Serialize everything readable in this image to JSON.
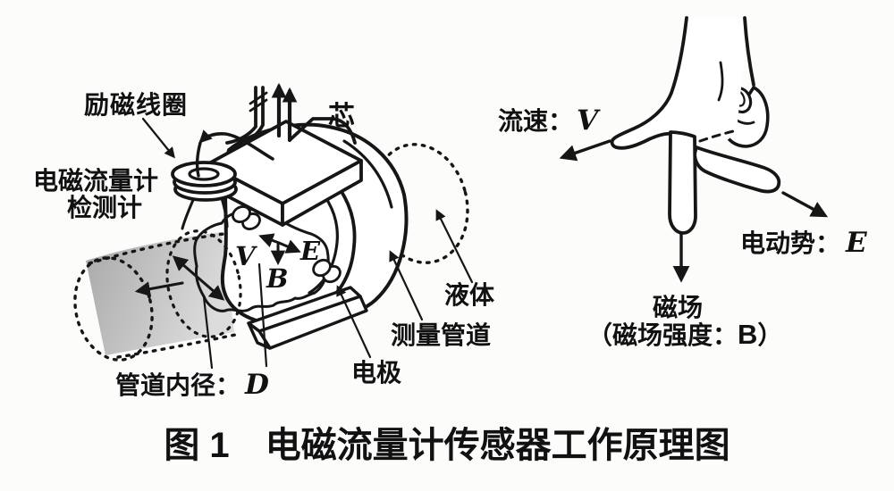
{
  "figure_caption": "图 1　电磁流量计传感器工作原理图",
  "sensor_diagram": {
    "labels": {
      "excitation_coil": "励磁线圈",
      "detector_line1": "电磁流量计",
      "detector_line2": "检测计",
      "core": "芯",
      "liquid": "液体",
      "measuring_pipe": "测量管道",
      "electrode": "电极",
      "pipe_inner_diameter": "管道内径：",
      "pipe_inner_diameter_symbol": "D",
      "velocity_symbol": "V",
      "emf_symbol": "E",
      "magnetic_symbol": "B"
    }
  },
  "hand_rule": {
    "labels": {
      "flow_velocity": "流速：",
      "flow_velocity_symbol": "V",
      "emf": "电动势：",
      "emf_symbol": "E",
      "magnetic_field_line1": "磁场",
      "magnetic_field_line2_open": "（磁场强度：",
      "magnetic_field_line2_symbol": "B",
      "magnetic_field_line2_close": "）"
    }
  },
  "colors": {
    "ink": "#161616",
    "pipe_gray": "#bdbdbd",
    "background": "#fcfcfb"
  }
}
